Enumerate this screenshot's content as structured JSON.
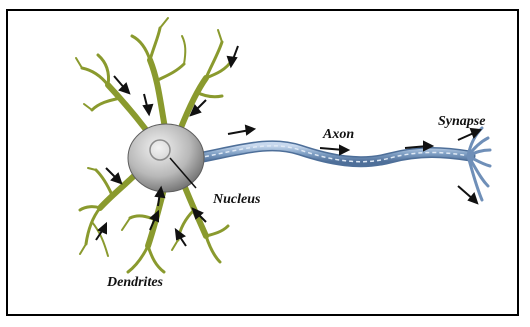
{
  "diagram": {
    "labels": {
      "dendrites": "Dendrites",
      "nucleus": "Nucleus",
      "axon": "Axon",
      "synapse": "Synapse"
    },
    "colors": {
      "border": "#000000",
      "dendrite": "#8a9a2e",
      "cell_body": "#b8b8b8",
      "axon": "#7f9fc4",
      "arrow": "#111111"
    },
    "icons": [
      "neuron-illustration",
      "signal-arrow-icon"
    ]
  }
}
